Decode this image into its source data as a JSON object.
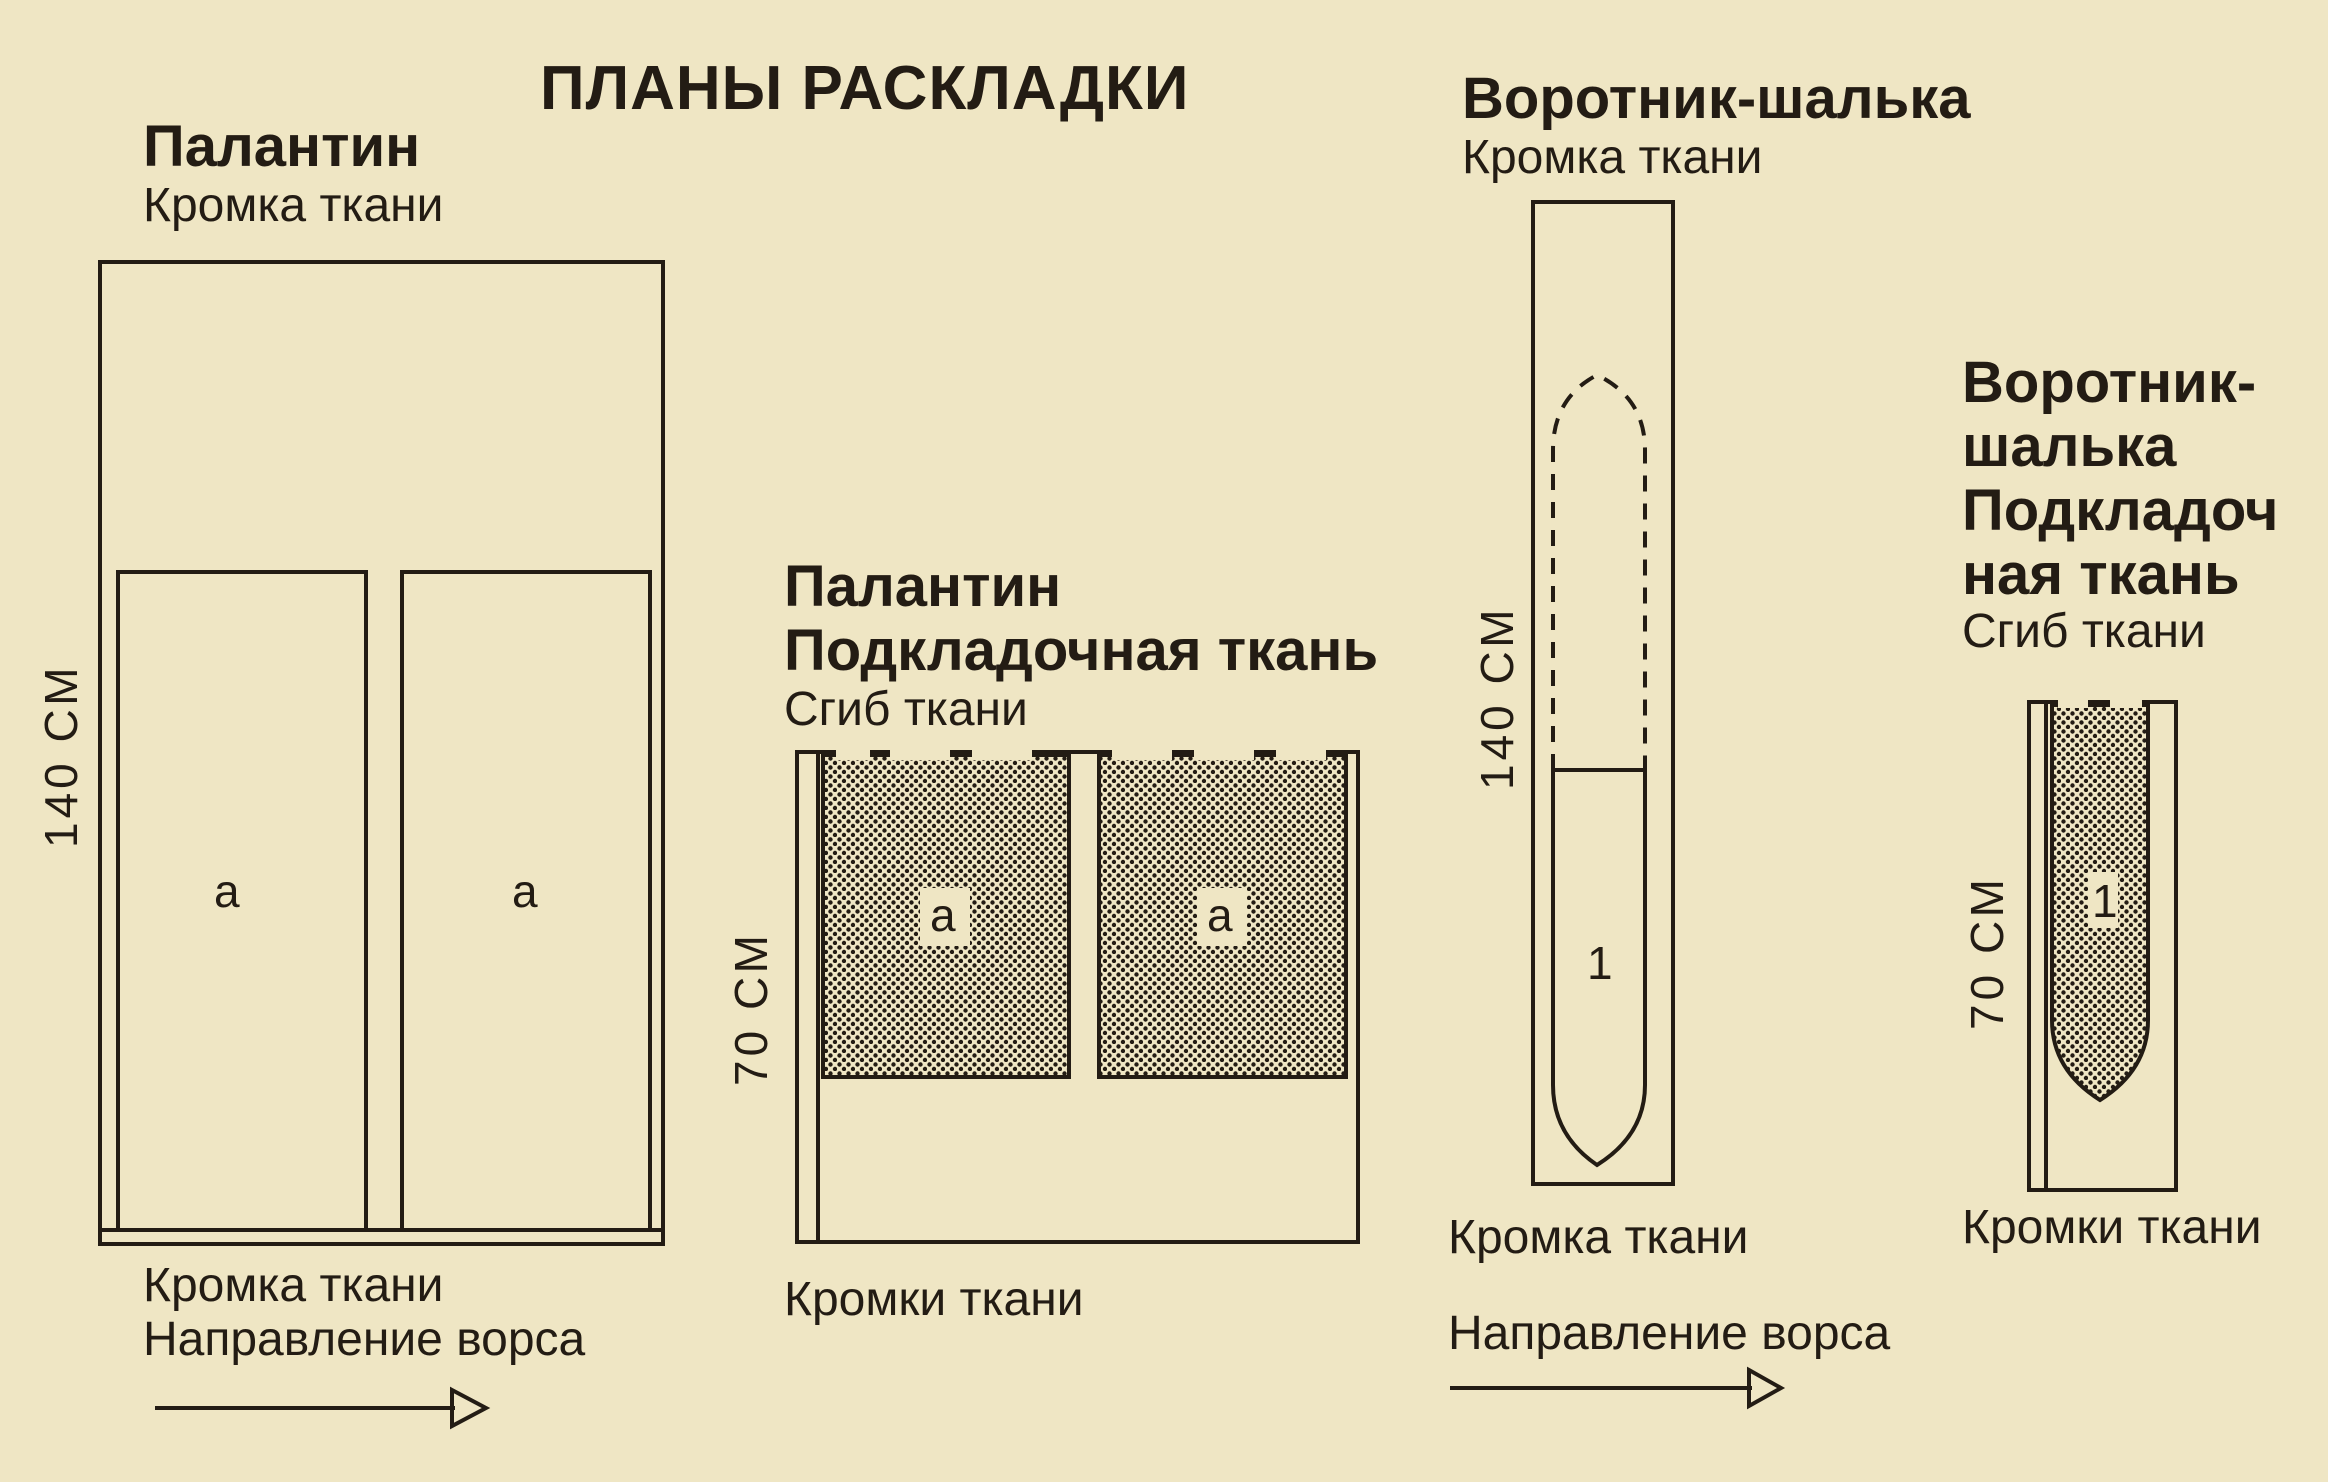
{
  "title": "ПЛАНЫ РАСКЛАДКИ",
  "panels": {
    "stole_main": {
      "heading": "Палантин",
      "top_edge": "Кромка ткани",
      "bottom_edge": "Кромка ткани",
      "pile_direction": "Направление ворса",
      "dimension": "140 СМ",
      "piece_labels": [
        "a",
        "a"
      ]
    },
    "stole_lining": {
      "heading_line1": "Палантин",
      "heading_line2": "Подкладочная ткань",
      "fold": "Сгиб ткани",
      "bottom_edge": "Кромки ткани",
      "dimension": "70 СМ",
      "piece_labels": [
        "a",
        "a"
      ]
    },
    "collar_main": {
      "heading": "Воротник-шалька",
      "top_edge": "Кромка ткани",
      "bottom_edge": "Кромка ткани",
      "pile_direction": "Направление ворса",
      "dimension": "140 СМ",
      "piece_label": "1"
    },
    "collar_lining": {
      "heading_line1": "Воротник-",
      "heading_line2": "шалька",
      "heading_line3": "Подкладоч",
      "heading_line4": "ная ткань",
      "fold": "Сгиб ткани",
      "bottom_edge": "Кромки ткани",
      "dimension": "70 СМ",
      "piece_label": "1"
    }
  },
  "colors": {
    "paper": "#efe6c4",
    "ink": "#231c14"
  }
}
